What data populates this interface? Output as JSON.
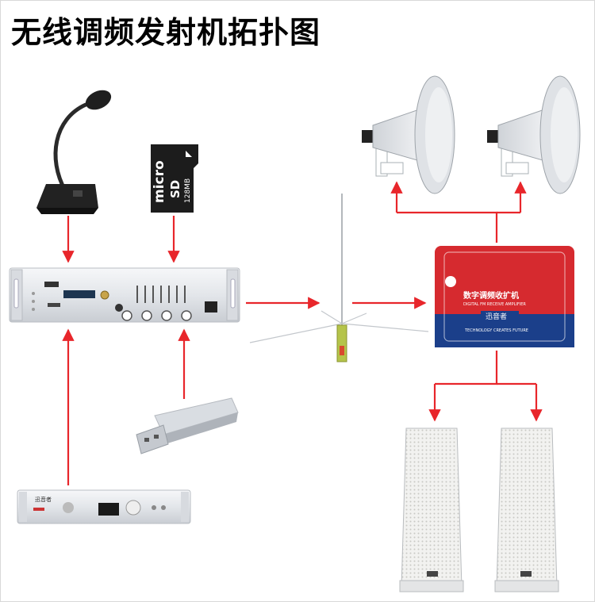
{
  "title": "无线调频发射机拓扑图",
  "colors": {
    "arrow": "#e8262b",
    "device_silver": "#e7e9ec",
    "receiver_red": "#d62a2f",
    "receiver_blue": "#1b3f8a"
  },
  "sd_card": {
    "brand": "micro",
    "logo": "SD",
    "capacity": "128MB"
  },
  "receiver": {
    "name_cn": "数字调频收扩机",
    "name_en": "DIGITAL FM RECEIVE AMPLIFIER",
    "brand_cn": "迅音者",
    "slogan": "TECHNOLOGY CREATES FUTURE"
  },
  "player": {
    "brand_cn": "迅音者"
  },
  "icons": {
    "microphone": "gooseneck-microphone-icon",
    "sd": "micro-sd-card-icon",
    "usb": "usb-drive-icon",
    "antenna": "fm-antenna-icon",
    "horn": "horn-speaker-icon",
    "column": "column-speaker-icon"
  }
}
